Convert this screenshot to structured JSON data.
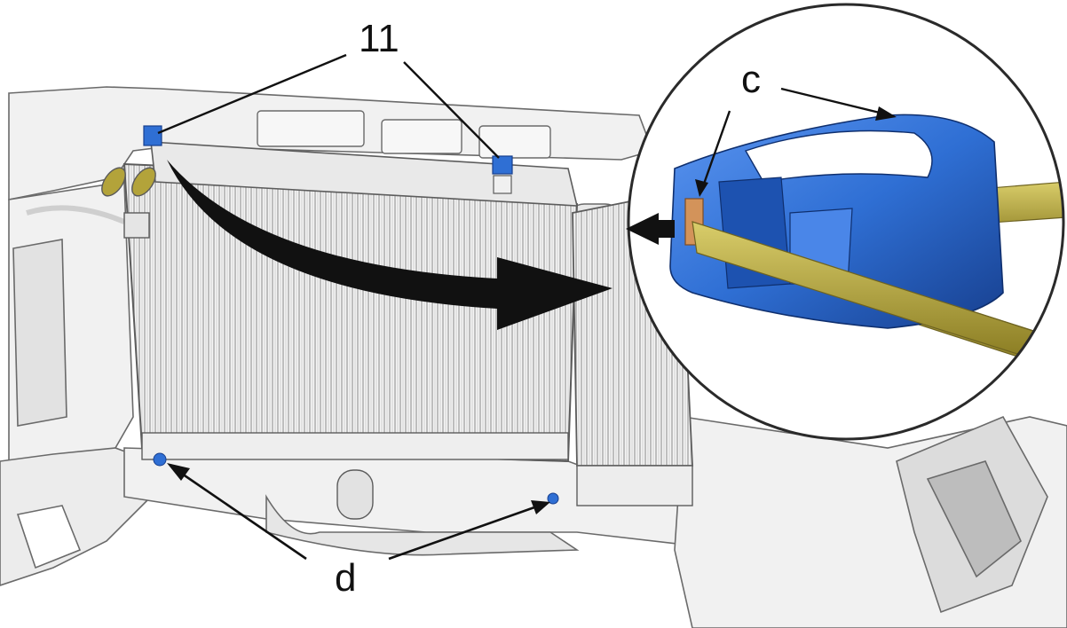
{
  "labels": {
    "part_number": "11",
    "detail_c": "c",
    "detail_d": "d"
  },
  "colors": {
    "clip_blue": "#2f6fd4",
    "rod_yellow": "#b3a33a",
    "tab_orange": "#d3935a",
    "line_gray": "#6a6a6a",
    "arrow_black": "#111111"
  },
  "icons": {
    "main_arrow": "curved-arrow-icon",
    "pointer_arrow": "pointer-arrow-icon"
  }
}
